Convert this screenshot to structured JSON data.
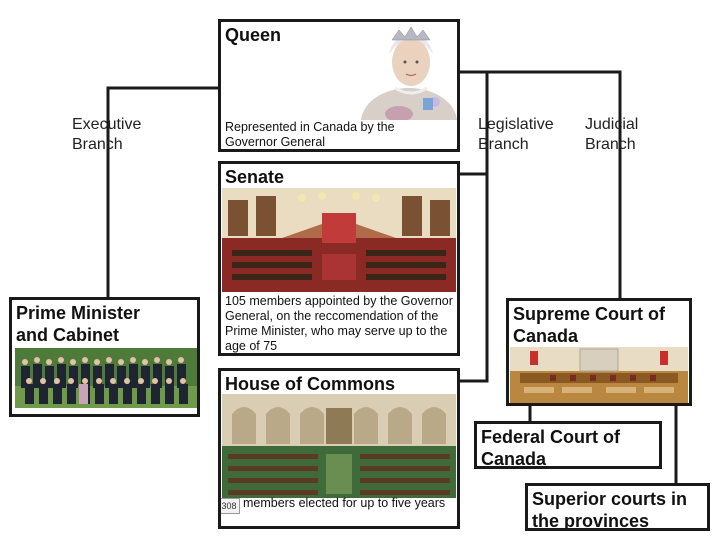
{
  "queen": {
    "title": "Queen",
    "desc": "Represented in Canada by the Governor General"
  },
  "branches": {
    "executive": "Executive\nBranch",
    "legislative": "Legislative\nBranch",
    "judicial": "Judicial\nBranch"
  },
  "senate": {
    "title": "Senate",
    "desc": "105 members appointed by the Governor General, on the reccomendation of the Prime Minister, who may serve up to the age of 75"
  },
  "pm": {
    "title": "Prime Minister and Cabinet"
  },
  "commons": {
    "title": "House of Commons",
    "badge": "308",
    "desc": "members elected for up to five years"
  },
  "supreme": {
    "title": "Supreme Court of Canada"
  },
  "federal": {
    "title": "Federal Court of Canada"
  },
  "superior": {
    "title": "Superior courts in the provinces"
  }
}
